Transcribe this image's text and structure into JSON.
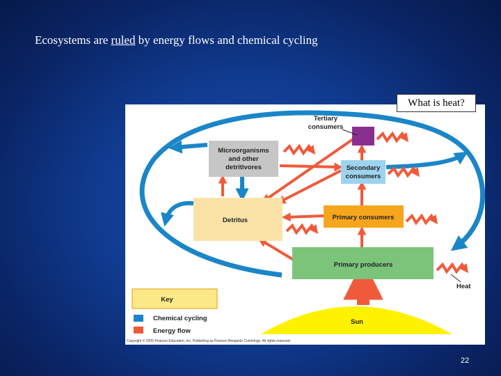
{
  "slide": {
    "title_before": "Ecosystems are ",
    "title_ruled": "ruled",
    "title_after": " by energy flows and chemical cycling",
    "callout": "What is heat?",
    "page_number": "22"
  },
  "diagram": {
    "nodes": {
      "tertiary_line1": "Tertiary",
      "tertiary_line2": "consumers",
      "micro_line1": "Microorganisms",
      "micro_line2": "and other",
      "micro_line3": "detritivores",
      "secondary_line1": "Secondary",
      "secondary_line2": "consumers",
      "detritus": "Detritus",
      "primary_consumers": "Primary consumers",
      "primary_producers": "Primary producers",
      "sun": "Sun",
      "heat": "Heat"
    },
    "key": {
      "title": "Key",
      "chemical": "Chemical cycling",
      "energy": "Energy flow"
    },
    "copyright": "Copyright © 2005 Pearson Education, Inc. Publishing as Pearson Benjamin Cummings. All rights reserved.",
    "colors": {
      "chemical_cycling": "#1a86c8",
      "energy_flow": "#f05a3a",
      "tertiary_box": "#8b2f8f",
      "micro_box": "#c6c6c6",
      "secondary_box": "#9dd3ee",
      "detritus_box": "#fbe3a8",
      "primary_consumers_box": "#f7a51c",
      "primary_producers_box": "#7bc47a",
      "key_box": "#fbe887",
      "sun": "#fff200"
    }
  }
}
